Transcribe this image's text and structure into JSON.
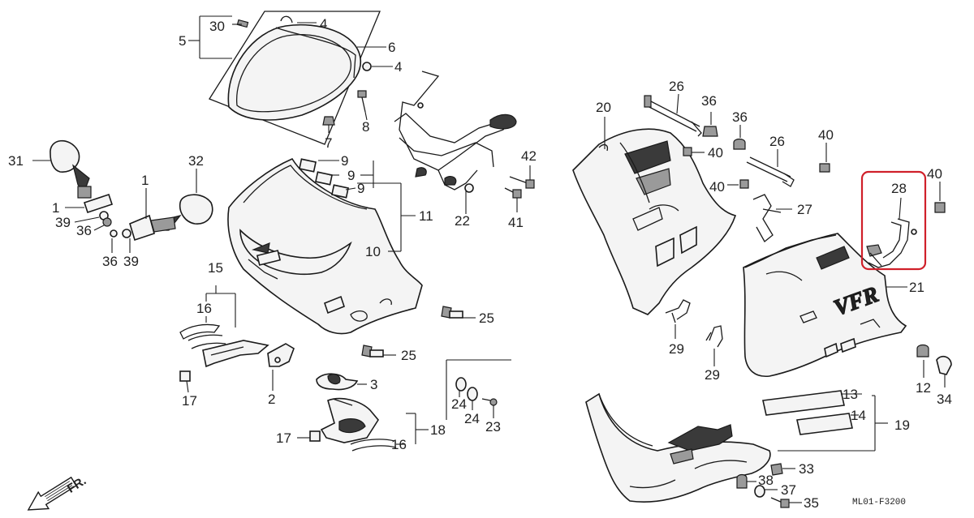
{
  "diagram": {
    "part_numbers": [
      "1",
      "2",
      "3",
      "4",
      "5",
      "6",
      "7",
      "8",
      "9",
      "10",
      "11",
      "12",
      "13",
      "14",
      "15",
      "16",
      "17",
      "18",
      "19",
      "20",
      "21",
      "22",
      "23",
      "24",
      "25",
      "26",
      "27",
      "28",
      "29",
      "30",
      "31",
      "32",
      "33",
      "34",
      "35",
      "36",
      "37",
      "38",
      "39",
      "40",
      "41",
      "42"
    ],
    "labels": {
      "n30": "30",
      "n4a": "4",
      "n5": "5",
      "n6": "6",
      "n4b": "4",
      "n8": "8",
      "n7": "7",
      "n31": "31",
      "n32": "32",
      "n1a": "1",
      "n1b": "1",
      "n39a": "39",
      "n36a": "36",
      "n36b": "36",
      "n39b": "39",
      "n9a": "9",
      "n9b": "9",
      "n9c": "9",
      "n11": "11",
      "n10": "10",
      "n42": "42",
      "n41": "41",
      "n22": "22",
      "n15": "15",
      "n16a": "16",
      "n17a": "17",
      "n2": "2",
      "n3": "3",
      "n25a": "25",
      "n25b": "25",
      "n24a": "24",
      "n24b": "24",
      "n23": "23",
      "n18": "18",
      "n17b": "17",
      "n16b": "16",
      "n20": "20",
      "n26a": "26",
      "n36c": "36",
      "n36d": "36",
      "n40a": "40",
      "n26b": "26",
      "n40b": "40",
      "n40c": "40",
      "n27": "27",
      "n40d": "40",
      "n28": "28",
      "n21": "21",
      "n29a": "29",
      "n29b": "29",
      "n12": "12",
      "n34": "34",
      "n13": "13",
      "n14": "14",
      "n19": "19",
      "n33": "33",
      "n38": "38",
      "n37": "37",
      "n35": "35"
    },
    "front_indicator": "FR.",
    "reference_code": "ML01-F3200",
    "highlight": {
      "part": "28",
      "color": "#d0202a"
    },
    "logo_lettering": "VFR"
  }
}
